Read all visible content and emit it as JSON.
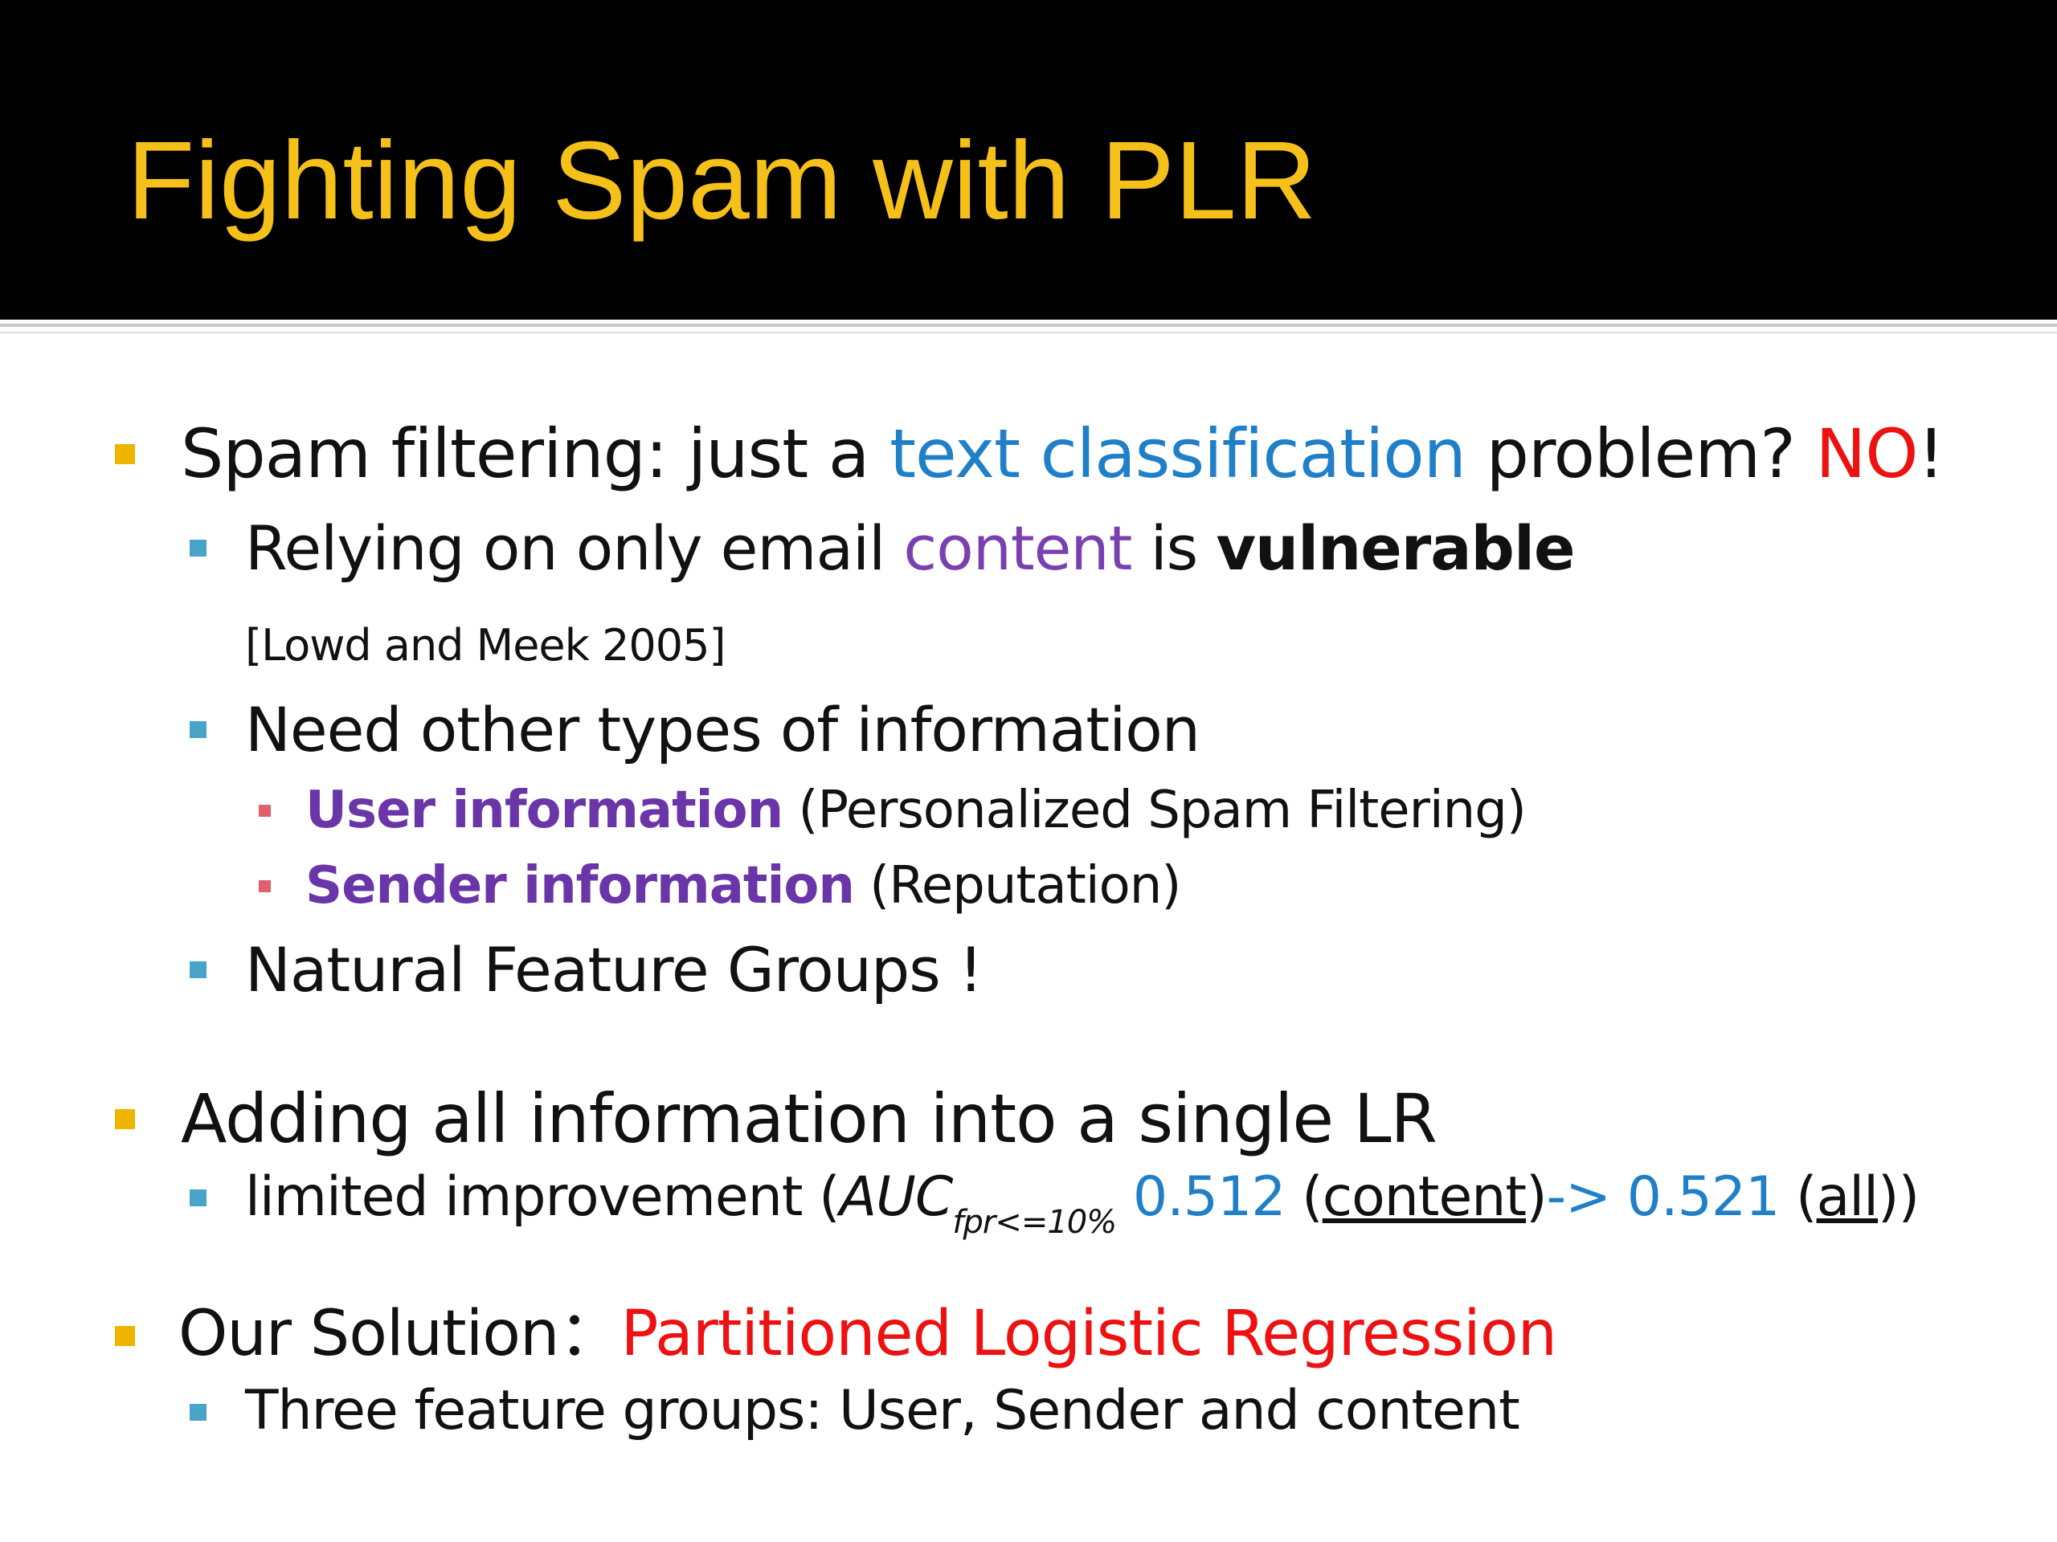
{
  "slide": {
    "title": "Fighting Spam with PLR",
    "colors": {
      "title_background": "#000000",
      "title_text": "#f4c019",
      "level1_bullet": "#f0b400",
      "level2_bullet": "#4aa3c8",
      "level3_bullet": "#e06070",
      "blue_highlight": "#1f7fc8",
      "red_highlight": "#ee1111",
      "purple_highlight": "#7a3fb0"
    },
    "b1": {
      "part1": "Spam filtering: just a ",
      "part2": "text classification",
      "part3": " problem? ",
      "part4": "NO",
      "part5": "!"
    },
    "b1_1": {
      "part1": "Relying on only email ",
      "part2": "content",
      "part3": " is ",
      "part4": "vulnerable",
      "citation": "[Lowd and Meek 2005]"
    },
    "b1_2": {
      "text": "Need other types of information"
    },
    "b1_2_1": {
      "part1": "User information",
      "part2": " (Personalized Spam Filtering)"
    },
    "b1_2_2": {
      "part1": "Sender information",
      "part2": " (Reputation)"
    },
    "b1_3": {
      "text": "Natural Feature Groups !"
    },
    "b2": {
      "text": "Adding all information into a single LR"
    },
    "b2_1": {
      "part1": "limited improvement (",
      "auc": "AUC",
      "auc_sub": "fpr<=10%",
      "value1": " 0.512",
      "part2": " (",
      "content_link": "content",
      "part3": ")",
      "arrow": "-> 0.521",
      "part4": " (",
      "all_link": "all",
      "part5": "))"
    },
    "b3": {
      "part1": "Our Solution：",
      "part2": "Partitioned Logistic Regression"
    },
    "b3_1": {
      "text": "Three feature groups: User, Sender and content"
    }
  }
}
